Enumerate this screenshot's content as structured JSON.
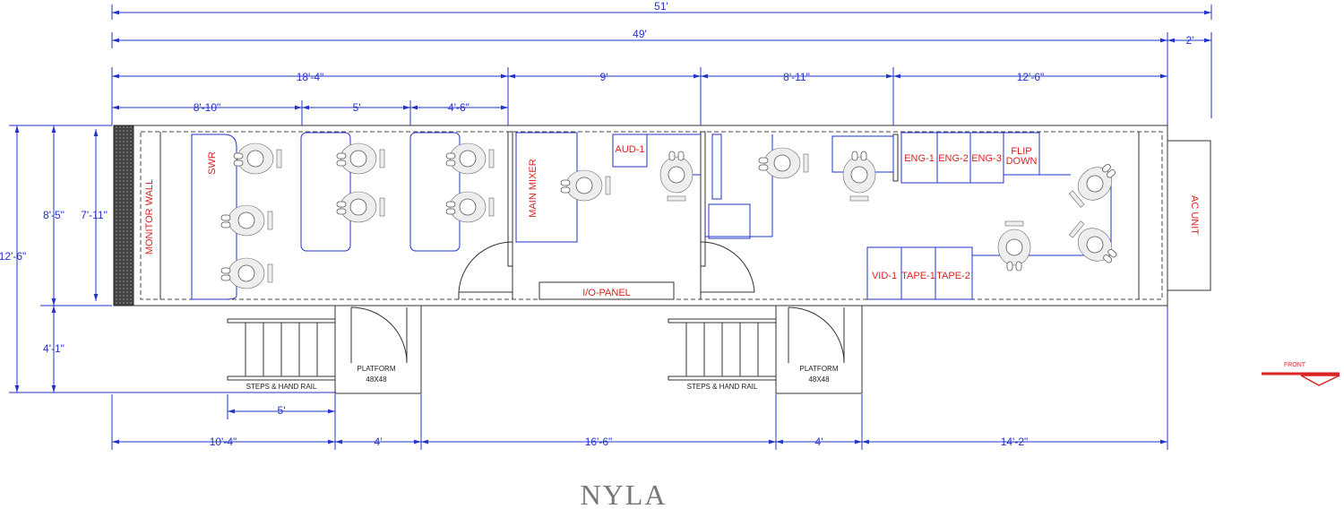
{
  "title": "NYLA",
  "dimensions": {
    "overall_length": "51'",
    "body_length": "49'",
    "front_overhang": "2'",
    "zone_a": "18'-4\"",
    "zone_b": "9'",
    "zone_c": "8'-11\"",
    "zone_d": "12'-6\"",
    "sub_a1": "8'-10\"",
    "sub_a2": "5'",
    "sub_a3": "4'-6\"",
    "height_overall": "12'-6\"",
    "height_body": "8'-5\"",
    "height_inner": "7'-11\"",
    "height_platform": "4'-1\"",
    "steps_width": "5'",
    "bottom_1": "10'-4\"",
    "bottom_2": "4'",
    "bottom_3": "16'-6\"",
    "bottom_4": "4'",
    "bottom_5": "14'-2\""
  },
  "labels": {
    "monitor_wall": "MONITOR WALL",
    "swr": "SWR",
    "main_mixer": "MAIN MIXER",
    "aud1": "AUD-1",
    "eng1": "ENG-1",
    "eng2": "ENG-2",
    "eng3": "ENG-3",
    "flip": "FLIP",
    "down": "DOWN",
    "vid1": "VID-1",
    "tape1": "TAPE-1",
    "tape2": "TAPE-2",
    "io_panel": "I/O-PANEL",
    "ac_unit": "AC UNIT",
    "platform1": "PLATFORM",
    "platform1_size": "48X48",
    "platform2": "PLATFORM",
    "platform2_size": "48X48",
    "steps1": "STEPS & HAND RAIL",
    "steps2": "STEPS & HAND RAIL",
    "front": "FRONT"
  },
  "colors": {
    "dimension": "#2233cc",
    "label": "#dd2222",
    "wall": "#333333"
  }
}
